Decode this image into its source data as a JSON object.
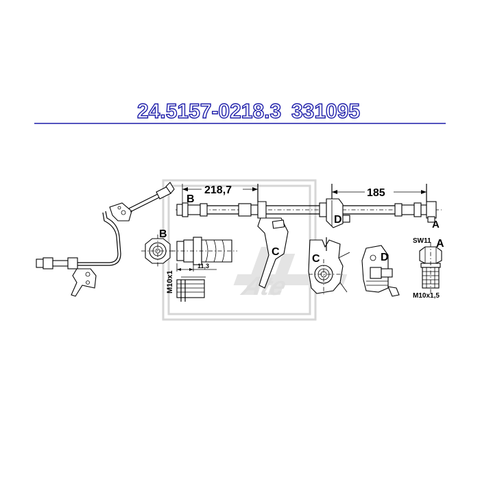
{
  "header": {
    "part_number": "24.5157-0218.3",
    "ref_number": "331095",
    "rule_color": "#1a1aa8"
  },
  "dimensions": {
    "length_1": "218,7",
    "length_2": "185",
    "small_dim": "11,3",
    "thread_b": "M10x1",
    "thread_a": "M10x1,5",
    "wrench_size": "SW11"
  },
  "labels": {
    "a": "A",
    "b": "B",
    "c": "C",
    "d": "D"
  },
  "watermark": {
    "brand": "Ate"
  }
}
